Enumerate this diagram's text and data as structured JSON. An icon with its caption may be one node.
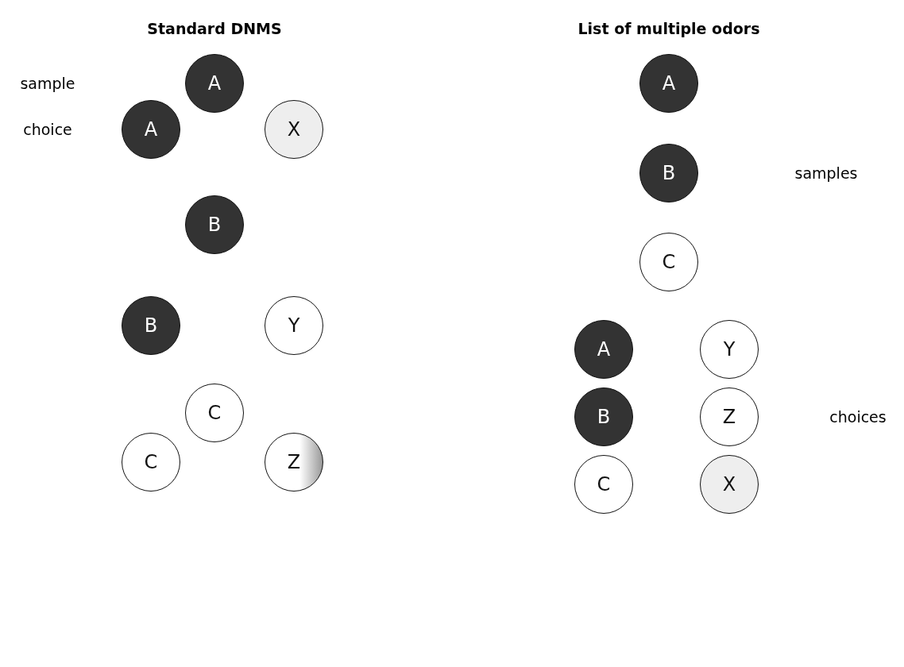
{
  "diagram": {
    "nodes": [
      {
        "text": [
          "A"
        ]
      },
      {
        "text": [
          "A"
        ]
      },
      {
        "text": [
          "X"
        ]
      },
      {
        "text": [
          "B"
        ]
      },
      {
        "text": [
          "B"
        ]
      },
      {
        "text": [
          "Y"
        ]
      },
      {
        "text": [
          "C"
        ]
      },
      {
        "text": [
          "C"
        ]
      },
      {
        "text": [
          "Z"
        ]
      },
      {
        "text": [
          "A"
        ]
      },
      {
        "text": [
          "B"
        ]
      },
      {
        "text": [
          "C"
        ]
      },
      {
        "text": [
          "A"
        ]
      },
      {
        "text": [
          "Y"
        ]
      },
      {
        "text": [
          "B"
        ]
      },
      {
        "text": [
          "Z"
        ]
      },
      {
        "text": [
          "C"
        ]
      },
      {
        "text": [
          "X"
        ]
      }
    ],
    "labels": [
      "Standard DNMS",
      "List of multiple odors",
      "sample",
      "choice",
      "samples",
      "choices"
    ]
  }
}
